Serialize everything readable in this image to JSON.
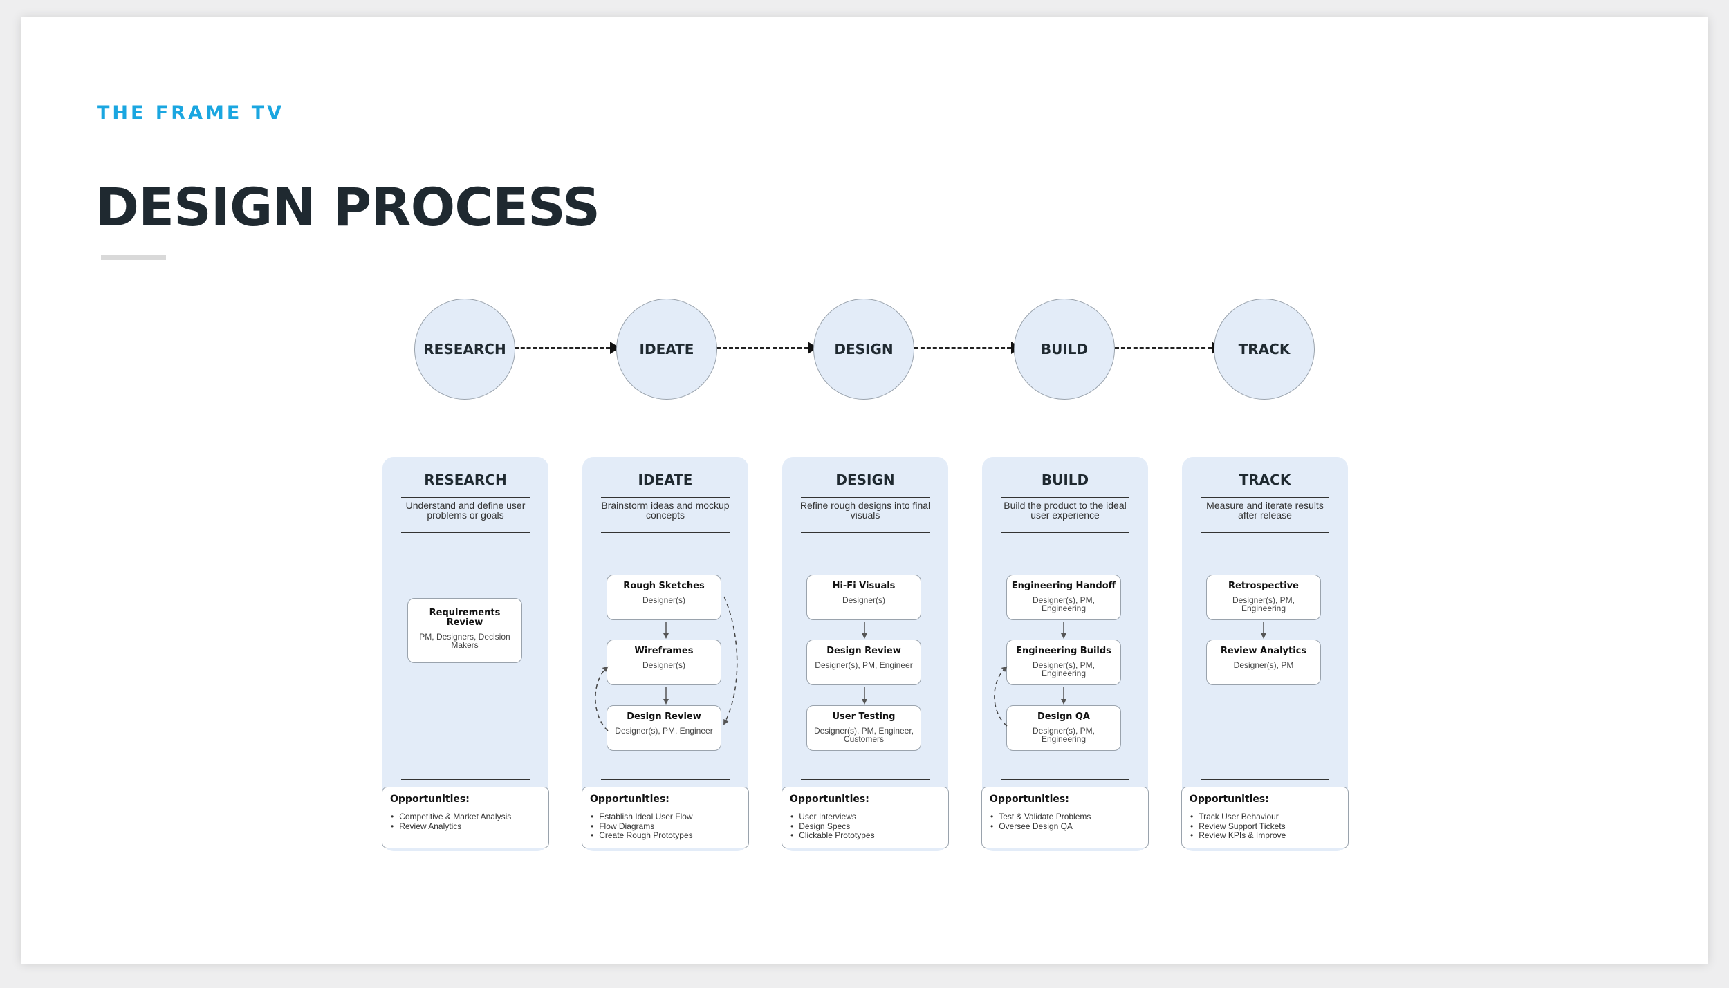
{
  "brand": "THE FRAME TV",
  "title": "DESIGN PROCESS",
  "flow": [
    "RESEARCH",
    "IDEATE",
    "DESIGN",
    "BUILD",
    "TRACK"
  ],
  "columns": [
    {
      "title": "RESEARCH",
      "description": "Understand and define user problems or goals",
      "cards": [
        {
          "title": "Requirements Review",
          "role": "PM, Designers, Decision Makers"
        }
      ],
      "opportunities_label": "Opportunities:",
      "opportunities": [
        "Competitive & Market Analysis",
        "Review Analytics"
      ]
    },
    {
      "title": "IDEATE",
      "description": "Brainstorm ideas and mockup concepts",
      "cards": [
        {
          "title": "Rough Sketches",
          "role": "Designer(s)"
        },
        {
          "title": "Wireframes",
          "role": "Designer(s)"
        },
        {
          "title": "Design Review",
          "role": "Designer(s), PM, Engineer"
        }
      ],
      "opportunities_label": "Opportunities:",
      "opportunities": [
        "Establish Ideal User Flow",
        "Flow Diagrams",
        "Create Rough Prototypes"
      ]
    },
    {
      "title": "DESIGN",
      "description": "Refine rough designs into final visuals",
      "cards": [
        {
          "title": "Hi-Fi Visuals",
          "role": "Designer(s)"
        },
        {
          "title": "Design Review",
          "role": "Designer(s), PM, Engineer"
        },
        {
          "title": "User Testing",
          "role": "Designer(s), PM, Engineer, Customers"
        }
      ],
      "opportunities_label": "Opportunities:",
      "opportunities": [
        "User Interviews",
        "Design Specs",
        "Clickable Prototypes"
      ]
    },
    {
      "title": "BUILD",
      "description": "Build the product to the ideal user experience",
      "cards": [
        {
          "title": "Engineering Handoff",
          "role": "Designer(s), PM, Engineering"
        },
        {
          "title": "Engineering Builds",
          "role": "Designer(s), PM, Engineering"
        },
        {
          "title": "Design QA",
          "role": "Designer(s), PM, Engineering"
        }
      ],
      "opportunities_label": "Opportunities:",
      "opportunities": [
        "Test & Validate Problems",
        "Oversee Design QA"
      ]
    },
    {
      "title": "TRACK",
      "description": "Measure and iterate results after release",
      "cards": [
        {
          "title": "Retrospective",
          "role": "Designer(s), PM, Engineering"
        },
        {
          "title": "Review Analytics",
          "role": "Designer(s), PM"
        }
      ],
      "opportunities_label": "Opportunities:",
      "opportunities": [
        "Track User Behaviour",
        "Review Support Tickets",
        "Review KPIs & Improve"
      ]
    }
  ]
}
